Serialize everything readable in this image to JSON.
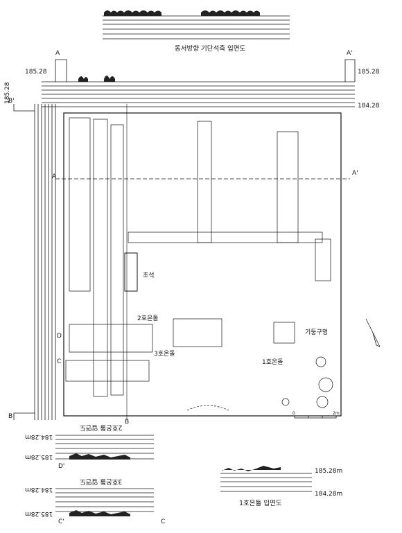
{
  "captions": {
    "top_section": "동서방향 기단석축 입면도",
    "section_1": "1호온돌 입면도",
    "section_2": "2호온돌 입면도",
    "section_3": "3호온돌 입면도"
  },
  "features": {
    "cornerstone": "초석",
    "ondol_1": "1호온돌",
    "ondol_2": "2호온돌",
    "ondol_3": "3호온돌",
    "post_hole": "기둥구멍"
  },
  "elevations": {
    "upper": "185.28",
    "lower": "184.28",
    "upper_m": "185.28m",
    "lower_m": "184.28m"
  },
  "section_markers": {
    "a": "A",
    "a_prime": "A'",
    "b": "B",
    "b_prime": "B'",
    "c": "C",
    "c_prime": "C'",
    "d": "D",
    "d_prime": "D'"
  },
  "scale": {
    "zero": "0",
    "max": "2m"
  }
}
